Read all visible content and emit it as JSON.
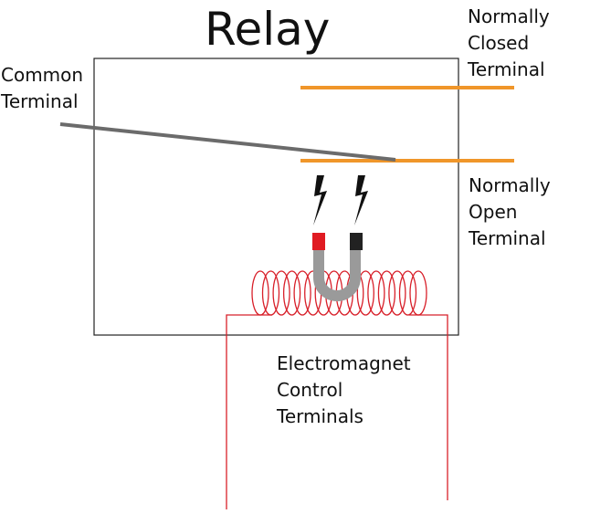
{
  "title": "Relay",
  "labels": {
    "normally_closed": [
      "Normally",
      "Closed",
      "Terminal"
    ],
    "normally_open": [
      "Normally",
      "Open",
      "Terminal"
    ],
    "common": [
      "Common",
      "Terminal"
    ],
    "control": [
      "Electromagnet",
      "Control",
      "Terminals"
    ]
  },
  "colors": {
    "outline": "#222222",
    "contact": "#f0962a",
    "armature": "#6b6b6b",
    "coil": "#d8202a",
    "magnet_body": "#9a9a9a",
    "magnet_north": "#e01b22",
    "magnet_south": "#222222",
    "spark": "#111111"
  }
}
